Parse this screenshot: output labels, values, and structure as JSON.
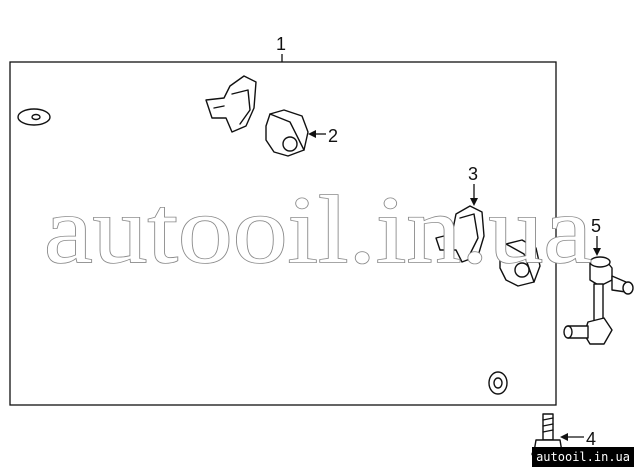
{
  "callouts": [
    {
      "id": "1",
      "label": "1"
    },
    {
      "id": "2",
      "label": "2"
    },
    {
      "id": "3",
      "label": "3"
    },
    {
      "id": "4",
      "label": "4"
    },
    {
      "id": "5",
      "label": "5"
    }
  ],
  "watermark": {
    "text": "autooil.in.ua",
    "corner_text": "autooil.in.ua"
  },
  "colors": {
    "stroke": "#111111",
    "background": "#ffffff",
    "watermark_outline": "#8a8a8a"
  }
}
